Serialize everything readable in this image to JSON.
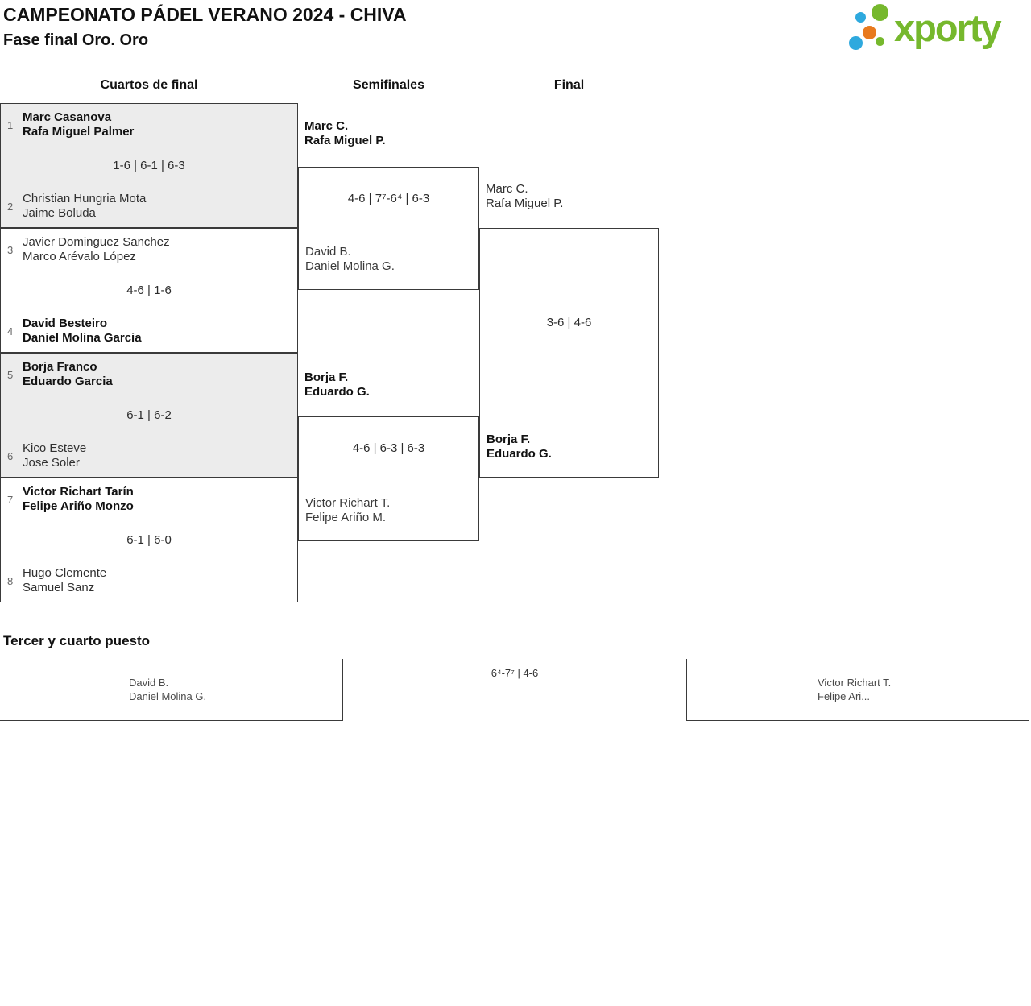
{
  "header": {
    "title": "CAMPEONATO PÁDEL VERANO 2024 - CHIVA",
    "subtitle": "Fase final Oro. Oro"
  },
  "logo": {
    "brand": "xporty",
    "colors": {
      "green": "#76b82d",
      "blue": "#2ea9de",
      "orange": "#e87a1e"
    }
  },
  "columns": {
    "quarterfinals": "Cuartos de final",
    "semifinals": "Semifinales",
    "final": "Final"
  },
  "quarterfinals": [
    {
      "seed_a": "1",
      "team_a": [
        "Marc Casanova",
        "Rafa Miguel Palmer"
      ],
      "winner": "team_a",
      "score": "1-6 | 6-1 | 6-3",
      "seed_b": "2",
      "team_b": [
        "Christian Hungria Mota",
        "Jaime Boluda"
      ]
    },
    {
      "seed_a": "3",
      "team_a": [
        "Javier Dominguez Sanchez",
        "Marco Arévalo López"
      ],
      "winner": "team_b",
      "score": "4-6 | 1-6",
      "seed_b": "4",
      "team_b": [
        "David Besteiro",
        "Daniel Molina Garcia"
      ]
    },
    {
      "seed_a": "5",
      "team_a": [
        "Borja Franco",
        "Eduardo Garcia"
      ],
      "winner": "team_a",
      "score": "6-1 | 6-2",
      "seed_b": "6",
      "team_b": [
        "Kico Esteve",
        "Jose Soler"
      ]
    },
    {
      "seed_a": "7",
      "team_a": [
        "Victor Richart Tarín",
        "Felipe Ariño Monzo"
      ],
      "winner": "team_a",
      "score": "6-1 | 6-0",
      "seed_b": "8",
      "team_b": [
        "Hugo Clemente",
        "Samuel Sanz"
      ]
    }
  ],
  "semifinals": [
    {
      "team_a": [
        "Marc C.",
        "Rafa Miguel P."
      ],
      "winner": "team_a",
      "score": "4-6 | 7⁷-6⁴ | 6-3",
      "team_b": [
        "David B.",
        "Daniel Molina G."
      ]
    },
    {
      "team_a": [
        "Borja F.",
        "Eduardo G."
      ],
      "winner": "team_a",
      "score": "4-6 | 6-3 | 6-3",
      "team_b": [
        "Victor Richart T.",
        "Felipe Ariño M."
      ]
    }
  ],
  "final": {
    "team_a": [
      "Marc C.",
      "Rafa Miguel P."
    ],
    "winner": "team_b",
    "score": "3-6 | 4-6",
    "team_b": [
      "Borja F.",
      "Eduardo G."
    ]
  },
  "third_place": {
    "heading": "Tercer y cuarto puesto",
    "team_a": [
      "David B.",
      "Daniel Molina G."
    ],
    "score": "6⁴-7⁷ | 4-6",
    "team_b": [
      "Victor Richart T.",
      "Felipe Ari..."
    ]
  }
}
